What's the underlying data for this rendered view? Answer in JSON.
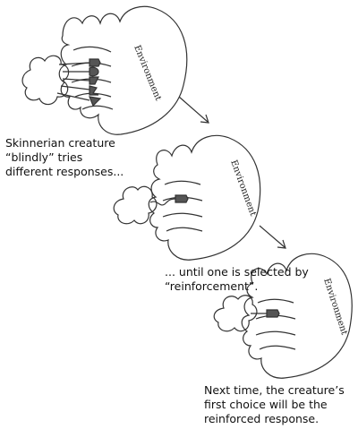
{
  "environment_labels": [
    "Environment",
    "Environment",
    "Environment"
  ],
  "captions": [
    {
      "lines": [
        "Skinnerian creature",
        "“blindly” tries",
        "different responses..."
      ]
    },
    {
      "lines": [
        "... until one is selected by",
        "“reinforcement”."
      ]
    },
    {
      "lines": [
        "Next time, the creature’s",
        "first choice will be the",
        "reinforced response."
      ]
    }
  ]
}
